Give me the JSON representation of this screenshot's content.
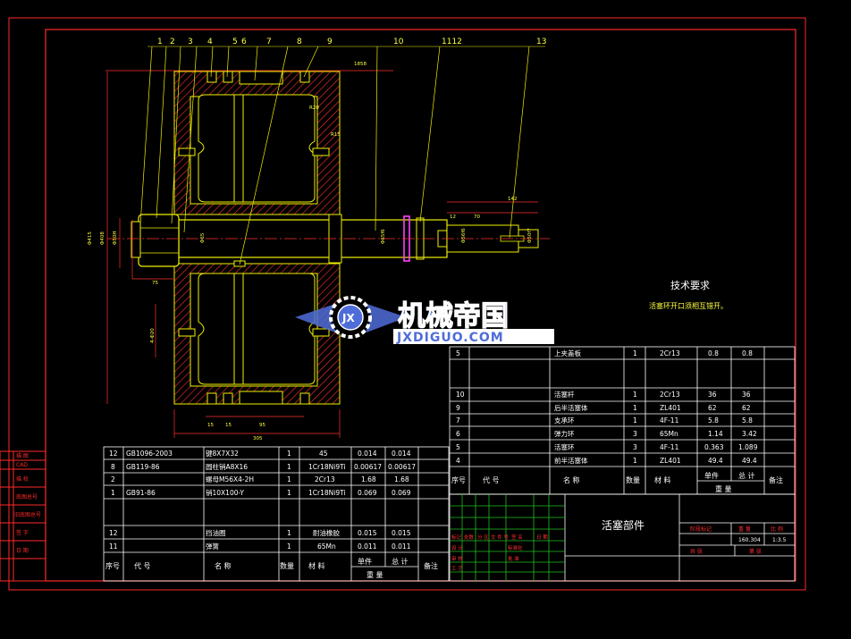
{
  "colors": {
    "background": "#000000",
    "border_red": "#ff2a2a",
    "table_white": "#ffffff",
    "table_green": "#20c020",
    "part_yellow": "#f0f000",
    "hatch_red": "#ff3030",
    "label_yellow": "#ffff40",
    "magenta": "#ff40ff",
    "cyan": "#40ffff",
    "logo_blue": "#4f6dd8",
    "logo_white": "#ffffff"
  },
  "balloons": [
    "1",
    "2",
    "3",
    "4",
    "5",
    "6",
    "7",
    "8",
    "9",
    "10",
    "1112",
    "13"
  ],
  "dims": {
    "overall_width": "1858",
    "r20": "R20",
    "r15": "R15",
    "dia_left": "Φ415",
    "dia_left2": "Φ408",
    "dia_hub": "Φ50H",
    "len_75": "75",
    "phi_rod": "Φ65",
    "phi_rod2": "Φ65f6",
    "phi_end": "Φ56f6",
    "phi_tail": "Φ50f7",
    "len_142": "142",
    "len_12": "12",
    "len_70": "70",
    "holes": "4-Φ20",
    "len_15a": "15",
    "len_15b": "15",
    "len_95": "95",
    "len_305": "305"
  },
  "tech": {
    "title": "技术要求",
    "note": "活塞环开口须相互错开。"
  },
  "logo": {
    "cn": "机械帝国",
    "en": "JXDIGUO.COM",
    "mark": "JX"
  },
  "left_strip": [
    "描 图",
    "CAD",
    "描 校",
    "底图总号",
    "旧底图总号",
    "签 字",
    "日 期"
  ],
  "bom_right": {
    "rows": [
      [
        "5",
        "",
        "上夹盖板",
        "1",
        "2Cr13",
        "0.8",
        "0.8"
      ],
      [
        "",
        "",
        "",
        "",
        "",
        "",
        ""
      ],
      [
        "10",
        "",
        "活塞杆",
        "1",
        "2Cr13",
        "36",
        "36"
      ],
      [
        "9",
        "",
        "后半活塞体",
        "1",
        "ZL401",
        "62",
        "62"
      ],
      [
        "7",
        "",
        "支承环",
        "1",
        "4F-11",
        "5.8",
        "5.8"
      ],
      [
        "6",
        "",
        "弹力环",
        "3",
        "65Mn",
        "1.14",
        "3.42"
      ],
      [
        "5",
        "",
        "活塞环",
        "3",
        "4F-11",
        "0.363",
        "1.089"
      ],
      [
        "4",
        "",
        "前半活塞体",
        "1",
        "ZL401",
        "49.4",
        "49.4"
      ]
    ],
    "header": {
      "seq": "序号",
      "code": "代    号",
      "name": "名    称",
      "qty": "数量",
      "material": "材  料",
      "unit": "单件",
      "total": "总 计",
      "weight": "重    量",
      "remark": "备注"
    }
  },
  "bom_left": {
    "rows": [
      [
        "12",
        "GB1096-2003",
        "键8X7X32",
        "1",
        "45",
        "0.014",
        "0.014"
      ],
      [
        "8",
        "GB119-86",
        "圆柱销A8X16",
        "1",
        "1Cr18Ni9Ti",
        "0.00617",
        "0.00617"
      ],
      [
        "2",
        "",
        "螺母M56X4-2H",
        "1",
        "2Cr13",
        "1.68",
        "1.68"
      ],
      [
        "1",
        "GB91-86",
        "销10X100-Y",
        "1",
        "1Cr18Ni9Ti",
        "0.069",
        "0.069"
      ],
      [
        "",
        "",
        "",
        "",
        "",
        "",
        ""
      ],
      [
        "12",
        "",
        "挡油圈",
        "1",
        "耐油橡胶",
        "0.015",
        "0.015"
      ],
      [
        "11",
        "",
        "弹簧",
        "1",
        "65Mn",
        "0.011",
        "0.011"
      ]
    ],
    "header": {
      "seq": "序号",
      "code": "代    号",
      "name": "名    称",
      "qty": "数量",
      "material": "材  料",
      "unit": "单件",
      "total": "总 计",
      "weight": "重    量",
      "remark": "备注"
    }
  },
  "title_block": {
    "drawing_name": "活塞部件",
    "stage_label": "阶段标记",
    "weight_label": "重  量",
    "scale_label": "比 例",
    "weight_value": "160.304",
    "scale_value": "1:3.5",
    "sheet_label": "共    张",
    "page_label": "第    张",
    "rev_cols": [
      "标记",
      "处数",
      "分 区",
      "文 件 号",
      "签 名",
      "日 期"
    ],
    "roles": [
      "设 计",
      "审 核",
      "工 艺",
      "标准化",
      "批 准"
    ]
  }
}
